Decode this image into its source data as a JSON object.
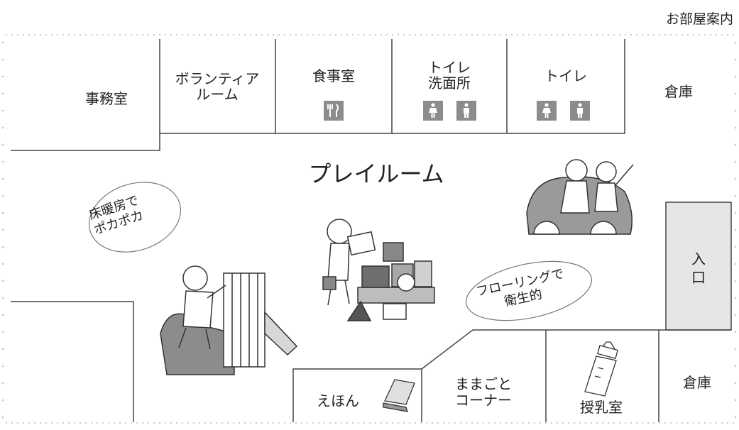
{
  "caption": "お部屋案内",
  "rooms": {
    "office": "事務室",
    "volunteer_line1": "ボランティア",
    "volunteer_line2": "ルーム",
    "dining": "食事室",
    "toilet_wash_line1": "トイレ",
    "toilet_wash_line2": "洗面所",
    "toilet": "トイレ",
    "storage_top": "倉庫",
    "playroom": "プレイルーム",
    "entrance_line1": "入",
    "entrance_line2": "口",
    "picture_books": "えほん",
    "play_corner_line1": "ままごと",
    "play_corner_line2": "コーナー",
    "nursing_room": "授乳室",
    "storage_bottom": "倉庫"
  },
  "bubbles": {
    "floor_heating_line1": "床暖房で",
    "floor_heating_line2": "ポカポカ",
    "flooring_line1": "フローリングで",
    "flooring_line2": "衛生的"
  },
  "icons": {
    "dining": "fork-knife-icon",
    "toilet_wash": [
      "woman-icon",
      "man-icon"
    ],
    "toilet": [
      "woman-icon",
      "man-icon"
    ],
    "book": "book-icon",
    "bottle": "baby-bottle-icon"
  },
  "colors": {
    "wall": "#444444",
    "icon_gray": "#8c8c8c",
    "entrance_fill": "#e6e6e6",
    "flower_dot": "#c9c9c9"
  }
}
